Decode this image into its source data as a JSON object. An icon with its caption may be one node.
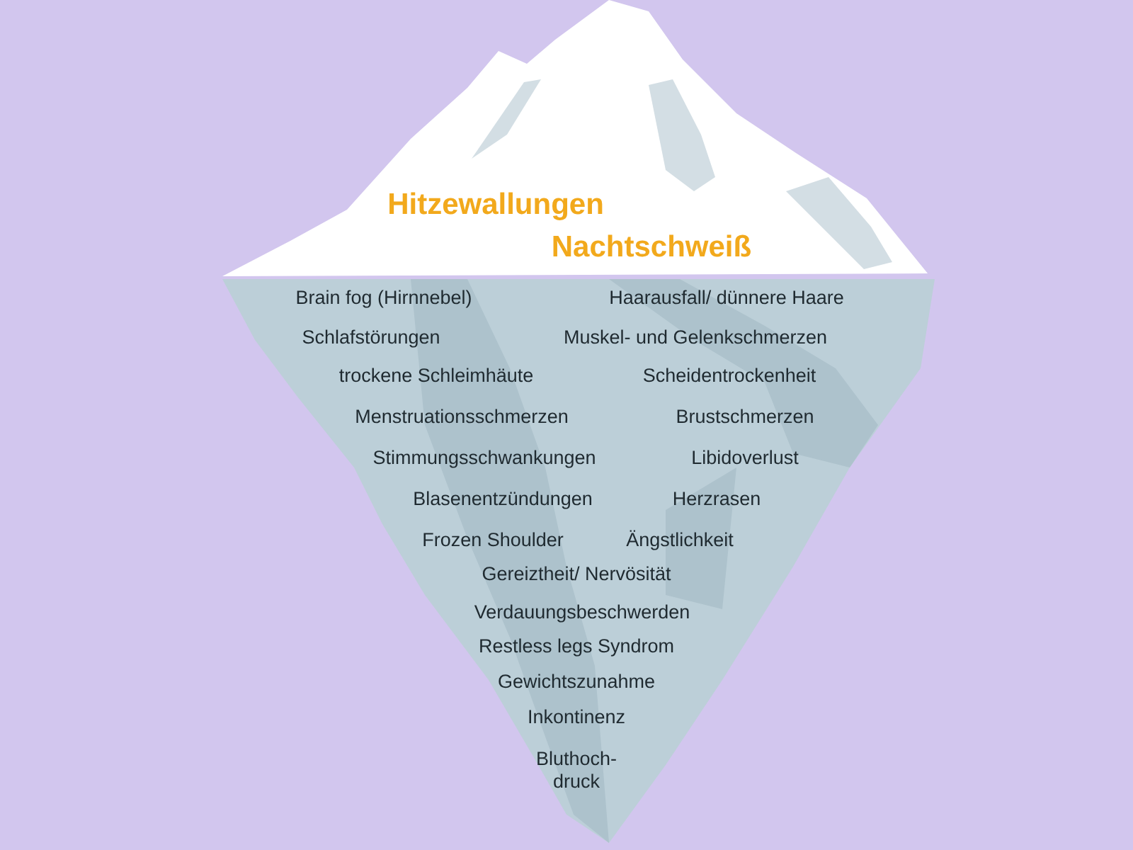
{
  "diagram": {
    "labels": [
      "Hitzewallungen",
      "Nachtschweiß",
      "Brain fog (Hirnnebel)",
      "Haarausfall/ dünnere Haare",
      "Schlafstörungen",
      "Muskel- und Gelenkschmerzen",
      "trockene Schleimhäute",
      "Scheidentrockenheit",
      "Menstruationsschmerzen",
      "Brustschmerzen",
      "Stimmungsschwankungen",
      "Libidoverlust",
      "Blasenentzündungen",
      "Herzrasen",
      "Frozen Shoulder",
      "Ängstlichkeit",
      "Gereiztheit/ Nervösität",
      "Verdauungsbeschwerden",
      "Restless legs Syndrom",
      "Gewichtszunahme",
      "Inkontinenz",
      "Bluthoch- druck"
    ]
  }
}
